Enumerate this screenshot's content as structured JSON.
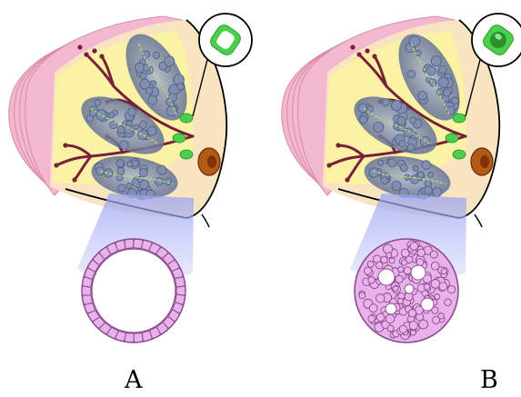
{
  "panels": [
    {
      "label": "A",
      "duct_state": "normal",
      "inset_state": "normal"
    },
    {
      "label": "B",
      "duct_state": "filled",
      "inset_state": "filled"
    }
  ],
  "colors": {
    "skin_fold": "#f2b8cf",
    "skin_fold_edge": "#d98aa8",
    "breast_tissue": "#f8e4c0",
    "gland_zone": "#fbf2a6",
    "lobule": "#7f8fb0",
    "lobule_dark": "#4e5c80",
    "duct": "#7a1f3a",
    "duct_highlight": "#b9d86a",
    "nipple": "#b35a17",
    "nipple_dark": "#6a2a06",
    "callout_fill": "#4ccf4c",
    "beam": "#8c96f0",
    "cell_fill": "#e8b3ea",
    "cell_edge": "#8c4a8e",
    "outline": "#000000"
  }
}
